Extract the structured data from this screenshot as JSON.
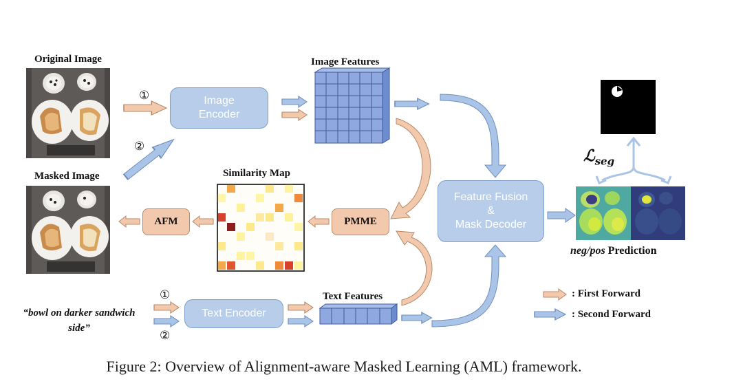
{
  "labels": {
    "original_image": "Original Image",
    "masked_image": "Masked Image",
    "image_features": "Image Features",
    "similarity_map": "Similarity Map",
    "text_features": "Text Features",
    "loss_main": "ℒ",
    "loss_sub": "seg",
    "prediction_italic": "neg/pos",
    "prediction_rest": " Prediction"
  },
  "blocks": {
    "image_encoder_l1": "Image",
    "image_encoder_l2": "Encoder",
    "text_encoder": "Text Encoder",
    "fusion_l1": "Feature Fusion",
    "fusion_l2": "&",
    "fusion_l3": "Mask Decoder",
    "afm": "AFM",
    "pmme": "PMME"
  },
  "steps": {
    "first": "①",
    "second": "②"
  },
  "text_query_l1": "“bowl on darker sandwich",
  "text_query_l2": "side”",
  "legend": {
    "first_forward": ": First Forward",
    "second_forward": ": Second Forward"
  },
  "caption": "Figure 2: Overview of Alignment-aware Masked Learning (AML) framework.",
  "colors": {
    "first_forward_arrow": "#f2c9ad",
    "second_forward_arrow": "#a9c4e6",
    "block_blue": "#b7cde9",
    "block_peach": "#f2c9ad",
    "grid_blue": "#7f9fd6"
  }
}
